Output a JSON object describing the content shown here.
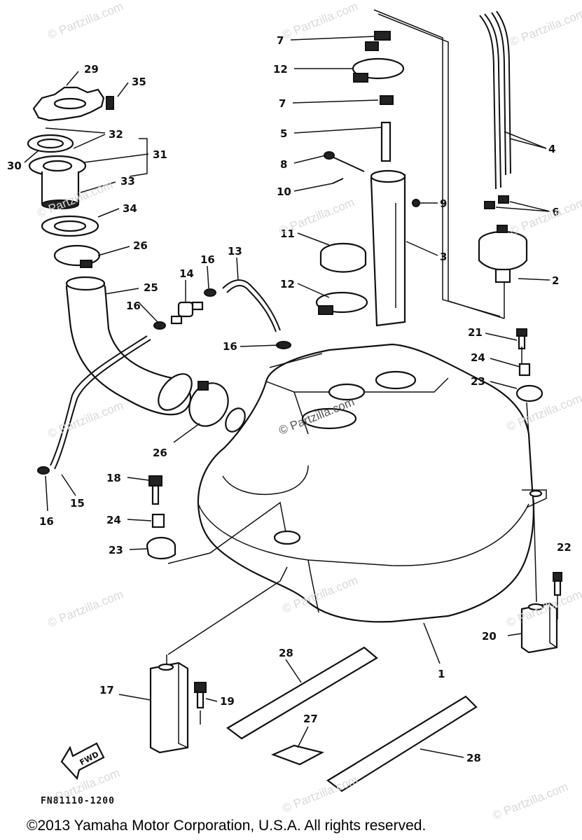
{
  "watermark": "© Partzilla.com",
  "diagram_code": "FN81110-1200",
  "copyright": "©2013  Yamaha Motor Corporation, U.S.A. All rights reserved.",
  "fwd_arrow_label": "FWD",
  "callouts": [
    {
      "id": "c29",
      "text": "29"
    },
    {
      "id": "c35",
      "text": "35"
    },
    {
      "id": "c32",
      "text": "32"
    },
    {
      "id": "c30",
      "text": "30"
    },
    {
      "id": "c31",
      "text": "31"
    },
    {
      "id": "c33",
      "text": "33"
    },
    {
      "id": "c34",
      "text": "34"
    },
    {
      "id": "c26a",
      "text": "26"
    },
    {
      "id": "c25",
      "text": "25"
    },
    {
      "id": "c16a",
      "text": "16"
    },
    {
      "id": "c14",
      "text": "14"
    },
    {
      "id": "c16b",
      "text": "16"
    },
    {
      "id": "c13",
      "text": "13"
    },
    {
      "id": "c16c",
      "text": "16"
    },
    {
      "id": "c26b",
      "text": "26"
    },
    {
      "id": "c15",
      "text": "15"
    },
    {
      "id": "c16d",
      "text": "16"
    },
    {
      "id": "c18",
      "text": "18"
    },
    {
      "id": "c24a",
      "text": "24"
    },
    {
      "id": "c23a",
      "text": "23"
    },
    {
      "id": "c7a",
      "text": "7"
    },
    {
      "id": "c12a",
      "text": "12"
    },
    {
      "id": "c7b",
      "text": "7"
    },
    {
      "id": "c5",
      "text": "5"
    },
    {
      "id": "c8",
      "text": "8"
    },
    {
      "id": "c10",
      "text": "10"
    },
    {
      "id": "c9",
      "text": "9"
    },
    {
      "id": "c11",
      "text": "11"
    },
    {
      "id": "c3",
      "text": "3"
    },
    {
      "id": "c12b",
      "text": "12"
    },
    {
      "id": "c4",
      "text": "4"
    },
    {
      "id": "c6",
      "text": "6"
    },
    {
      "id": "c2",
      "text": "2"
    },
    {
      "id": "c21",
      "text": "21"
    },
    {
      "id": "c24b",
      "text": "24"
    },
    {
      "id": "c23b",
      "text": "23"
    },
    {
      "id": "c22",
      "text": "22"
    },
    {
      "id": "c20",
      "text": "20"
    },
    {
      "id": "c1",
      "text": "1"
    },
    {
      "id": "c28a",
      "text": "28"
    },
    {
      "id": "c17",
      "text": "17"
    },
    {
      "id": "c19",
      "text": "19"
    },
    {
      "id": "c27",
      "text": "27"
    },
    {
      "id": "c28b",
      "text": "28"
    }
  ]
}
